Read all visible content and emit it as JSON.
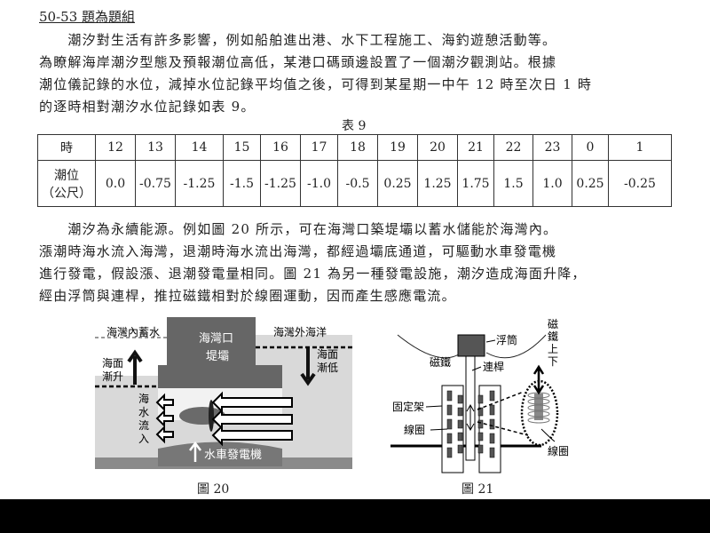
{
  "section_title": "50-53 題為題組",
  "paragraph1": [
    "　　潮汐對生活有許多影響，例如船舶進出港、水下工程施工、海釣遊憩活動等。",
    "為瞭解海岸潮汐型態及預報潮位高低，某港口碼頭邊設置了一個潮汐觀測站。根據",
    "潮位儀記錄的水位，減掉水位記錄平均值之後，可得到某星期一中午 12 時至次日 1 時",
    "的逐時相對潮汐水位記錄如表 9。"
  ],
  "table": {
    "caption": "表 9",
    "row_headers": [
      "時",
      "潮位",
      "（公尺）"
    ],
    "hours": [
      "12",
      "13",
      "14",
      "15",
      "16",
      "17",
      "18",
      "19",
      "20",
      "21",
      "22",
      "23",
      "0",
      "1"
    ],
    "levels": [
      "0.0",
      "-0.75",
      "-1.25",
      "-1.5",
      "-1.25",
      "-1.0",
      "-0.5",
      "0.25",
      "1.25",
      "1.75",
      "1.5",
      "1.0",
      "0.25",
      "-0.25"
    ]
  },
  "paragraph2": [
    "　　潮汐為永續能源。例如圖 20 所示，可在海灣口築堤壩以蓄水儲能於海灣內。",
    "漲潮時海水流入海灣，退潮時海水流出海灣，都經過壩底通道，可驅動水車發電機",
    "進行發電，假設漲、退潮發電量相同。圖 21 為另一種發電設施，潮汐造成海面升降，",
    "經由浮筒與連桿，推拉磁鐵相對於線圈運動，因而產生感應電流。"
  ],
  "figure20": {
    "caption": "圖 20",
    "labels": {
      "bay_water": "海灣內蓄水",
      "dam_line1": "海灣口",
      "dam_line2": "堤壩",
      "ocean": "海灣外海洋",
      "rise_line1": "海面",
      "rise_line2": "漸升",
      "fall_line1": "海面",
      "fall_line2": "漸低",
      "inflow": [
        "海",
        "水",
        "流",
        "入"
      ],
      "generator": "水車發電機"
    }
  },
  "figure21": {
    "caption": "圖 21",
    "labels": {
      "float": "浮筒",
      "magnet": "磁鐵",
      "rod": "連桿",
      "frame": "固定架",
      "coil": "線圈",
      "coil_right": "線圈",
      "magnet_motion": [
        "磁",
        "鐵",
        "上",
        "下"
      ]
    }
  }
}
